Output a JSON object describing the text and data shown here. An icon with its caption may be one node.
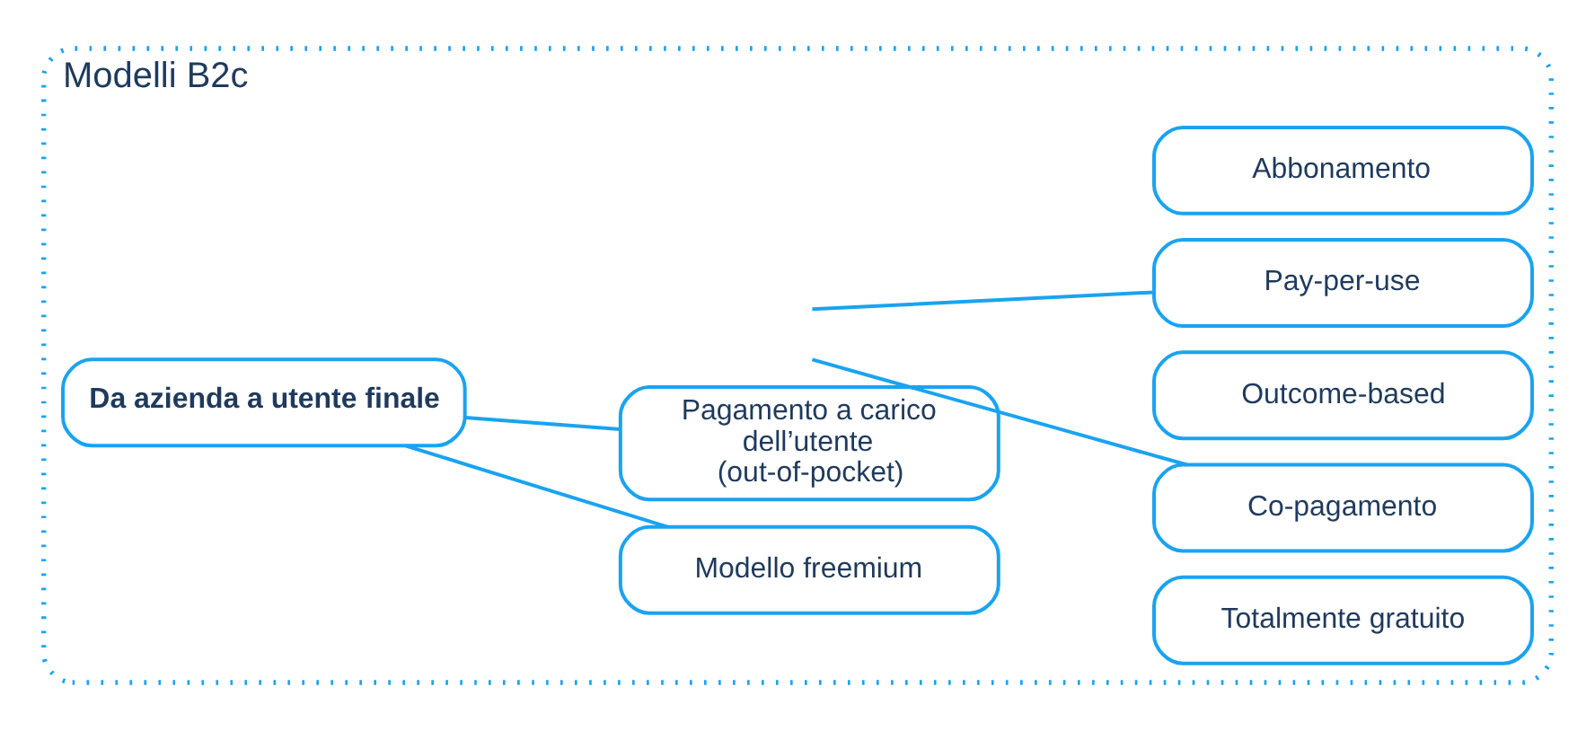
{
  "diagram": {
    "nodes": [
      {
        "text": [
          "Modelli B2c"
        ]
      },
      {
        "text": [
          "Da azienda a utente finale"
        ],
        "in": 0
      },
      {
        "text": [
          "Pagamento a carico dell’utente (out-of-pocket)"
        ],
        "in": 0
      },
      {
        "text": [
          "Modello freemium"
        ],
        "in": 0
      },
      {
        "text": [
          "Abbonamento"
        ],
        "in": 0
      },
      {
        "text": [
          "Pay-per-use"
        ],
        "in": 0
      },
      {
        "text": [
          "Outcome-based"
        ],
        "in": 0
      },
      {
        "text": [
          "Co-pagamento"
        ],
        "in": 0
      },
      {
        "text": [
          "Totalmente gratuito"
        ],
        "in": 0
      }
    ],
    "edges": [
      {
        "from": 1,
        "to": 2,
        "arrow": "none"
      },
      {
        "from": 1,
        "to": 3,
        "arrow": "none"
      },
      {
        "from": null,
        "to": 5,
        "arrow": "none"
      },
      {
        "from": null,
        "to": 7,
        "arrow": "none"
      }
    ]
  }
}
